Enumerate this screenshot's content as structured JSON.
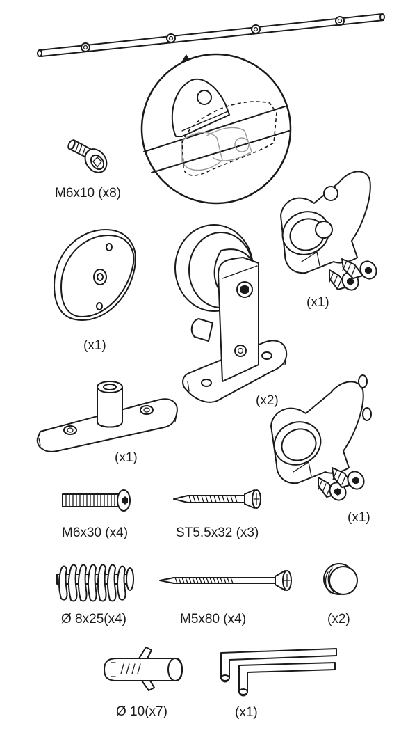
{
  "labels": {
    "screw_m6x10": "M6x10 (x8)",
    "mount_plate": "(x1)",
    "roller": "(x2)",
    "bracket_top": "(x1)",
    "floor_guide": "(x1)",
    "bracket_bottom": "(x1)",
    "screw_m6x30": "M6x30 (x4)",
    "screw_st55x32": "ST5.5x32 (x3)",
    "spacer_8x25": "Ø 8x25(x4)",
    "screw_m5x80": "M5x80 (x4)",
    "end_cap": "(x2)",
    "anchor_10": "Ø 10(x7)",
    "hex_keys": "(x1)"
  }
}
